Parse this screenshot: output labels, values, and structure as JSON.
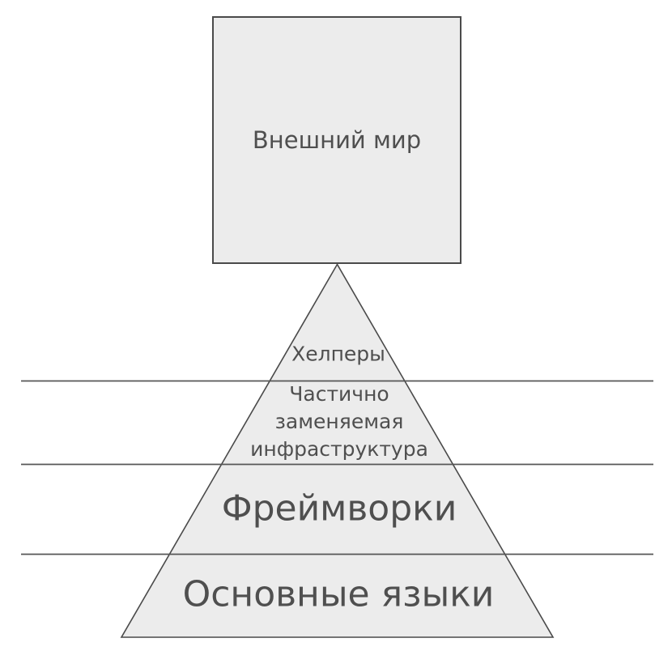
{
  "diagram": {
    "box": {
      "label": "Внешний мир"
    },
    "pyramid": {
      "layers": [
        {
          "label": "Хелперы"
        },
        {
          "label": "Частично заменяемая инфраструктура",
          "lines": [
            "Частично",
            "заменяемая",
            "инфраструктура"
          ]
        },
        {
          "label": "Фреймворки"
        },
        {
          "label": "Основные языки"
        }
      ]
    },
    "colors": {
      "background": "#ffffff",
      "shape_fill": "#ececec",
      "shape_stroke": "#4a4a4a",
      "divider_line": "#565656",
      "text": "#4f4f4f"
    }
  }
}
